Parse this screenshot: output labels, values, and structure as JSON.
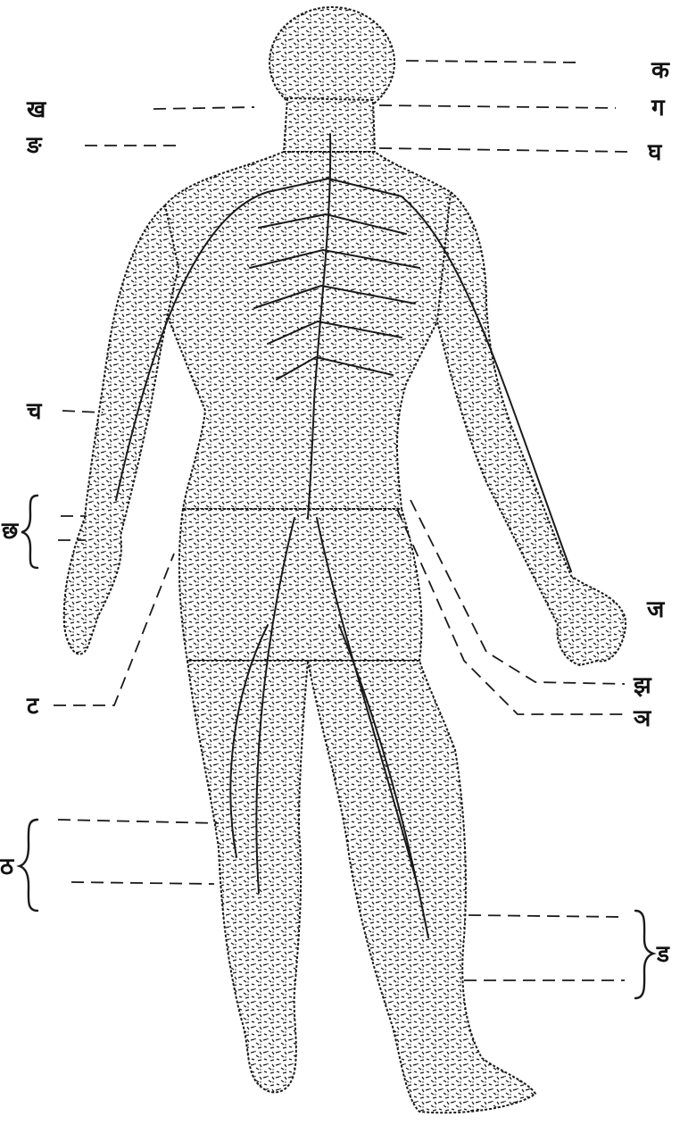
{
  "figure": {
    "description_icon": "human-body-nerve-diagram",
    "ink_color": "#1a1a1a",
    "paper_color": "#ffffff"
  },
  "labels": {
    "ka": "क",
    "kha": "ख",
    "ga": "ग",
    "gha": "घ",
    "nga": "ङ",
    "ca": "च",
    "cha": "छ",
    "ja": "ज",
    "jha": "झ",
    "nya": "ञ",
    "ta": "ट",
    "tha": "ठ",
    "da": "ड"
  }
}
